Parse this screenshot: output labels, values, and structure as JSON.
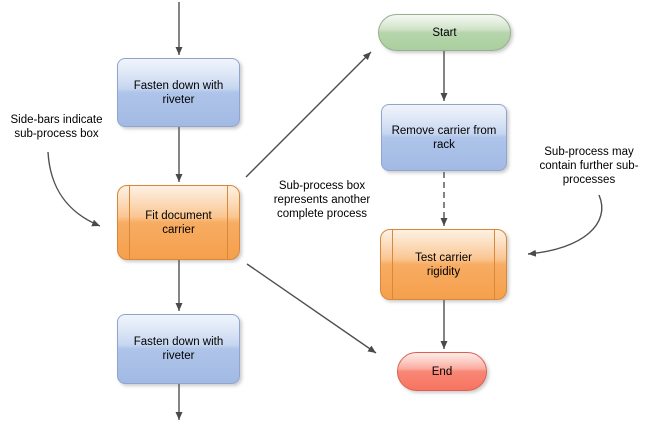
{
  "diagram": {
    "nodes": {
      "fasten_top": {
        "label": "Fasten down with\nriveter",
        "type": "process"
      },
      "fit_document": {
        "label": "Fit document\ncarrier",
        "type": "sub-process"
      },
      "fasten_bottom": {
        "label": "Fasten down with\nriveter",
        "type": "process"
      },
      "start": {
        "label": "Start",
        "type": "terminator"
      },
      "remove_carrier": {
        "label": "Remove carrier from\nrack",
        "type": "process"
      },
      "test_rigidity": {
        "label": "Test carrier\nrigidity",
        "type": "sub-process"
      },
      "end": {
        "label": "End",
        "type": "terminator"
      }
    },
    "annotations": {
      "left": "Side-bars indicate\nsub-process box",
      "middle": "Sub-process box\nrepresents another\ncomplete process",
      "right": "Sub-process may\ncontain further sub-\nprocesses"
    },
    "colors": {
      "process_fill": "#aac1e8",
      "process_border": "#8fa5ce",
      "subprocess_fill": "#f7a85a",
      "subprocess_border": "#d8873b",
      "start_fill": "#b2d2a7",
      "start_border": "#97ae8f",
      "end_fill": "#f87f6d",
      "end_border": "#da6151",
      "connector": "#4f4f4f"
    }
  }
}
